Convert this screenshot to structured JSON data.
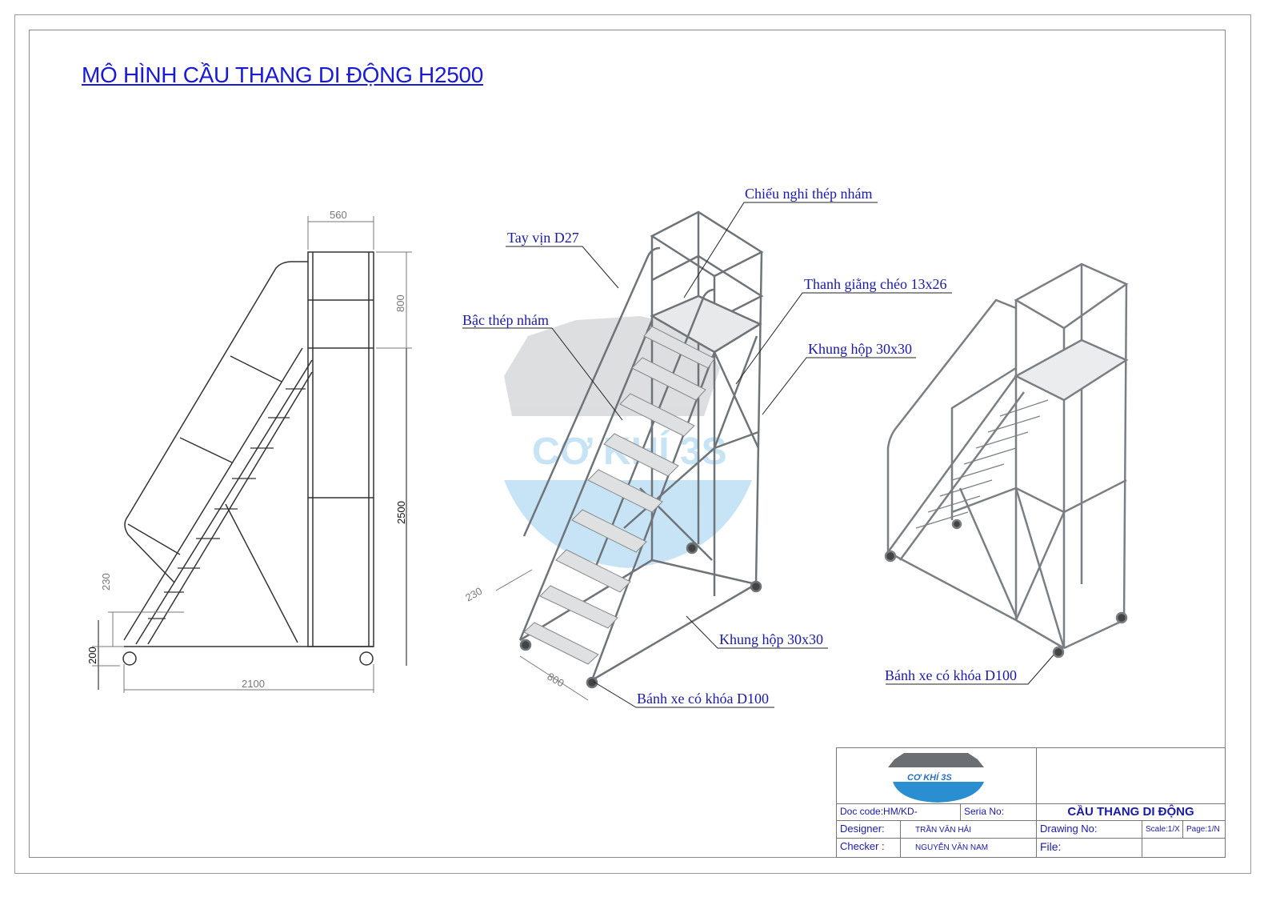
{
  "title": "MÔ HÌNH CẦU THANG DI ĐỘNG H2500",
  "side_view": {
    "dimensions": {
      "top_width": "560",
      "guard_height": "800",
      "platform_height": "2500",
      "step_rise": "230",
      "first_step": "200",
      "base_length": "2100"
    }
  },
  "iso_view": {
    "dimensions": {
      "step_rise": "230",
      "step_width": "800"
    },
    "callouts": {
      "landing": "Chiếu nghỉ thép nhám",
      "handrail": "Tay vịn D27",
      "brace": "Thanh giằng chéo 13x26",
      "step": "Bậc thép nhám",
      "frame_side": "Khung hộp 30x30",
      "frame_base": "Khung hộp 30x30",
      "wheel": "Bánh xe có khóa D100"
    }
  },
  "back_view": {
    "callouts": {
      "wheel": "Bánh xe có khóa D100"
    }
  },
  "title_block": {
    "logo_text": "CƠ KHÍ 3S",
    "doc_code": "Doc code:HM/KD-",
    "seria_no": "Seria No:",
    "drawing_title": "CẦU THANG DI ĐỘNG",
    "designer_label": "Designer:",
    "designer_name": "TRẦN VĂN HẢI",
    "checker_label": "Checker :",
    "checker_name": "NGUYỄN VĂN NAM",
    "drawing_no": "Drawing No:",
    "scale": "Scale:1/X",
    "page": "Page:1/N",
    "file": "File:"
  },
  "colors": {
    "title": "#1a1ad6",
    "callout": "#1a1aa8",
    "logo_grey": "#6b6f73",
    "logo_blue": "#2a8fd0"
  }
}
